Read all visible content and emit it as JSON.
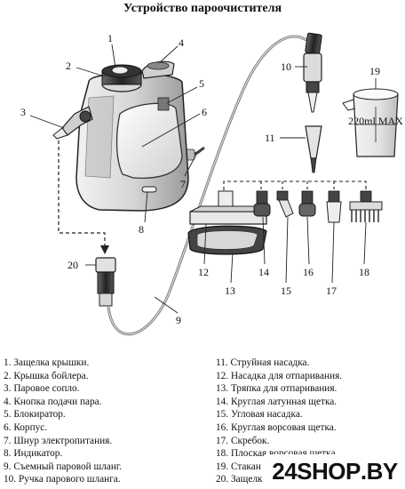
{
  "title": "Устройство пароочистителя",
  "cup_label": "220ml MAX",
  "numbers": [
    "1",
    "2",
    "3",
    "4",
    "5",
    "6",
    "7",
    "8",
    "9",
    "10",
    "11",
    "12",
    "13",
    "14",
    "15",
    "16",
    "17",
    "18",
    "19",
    "20"
  ],
  "legend_left": [
    {
      "n": "1.",
      "text": "Защелка крышки."
    },
    {
      "n": "2.",
      "text": "Крышка бойлера."
    },
    {
      "n": "3.",
      "text": "Паровое сопло."
    },
    {
      "n": "4.",
      "text": "Кнопка подачи пара."
    },
    {
      "n": "5.",
      "text": "Блокиратор."
    },
    {
      "n": "6.",
      "text": "Корпус."
    },
    {
      "n": "7.",
      "text": "Шнур электропитания."
    },
    {
      "n": "8.",
      "text": "Индикатор."
    },
    {
      "n": "9.",
      "text": "Съемный паровой шланг."
    },
    {
      "n": "10.",
      "text": "Ручка парового шланга."
    }
  ],
  "legend_right": [
    {
      "n": "11.",
      "text": "Струйная насадка."
    },
    {
      "n": "12.",
      "text": "Насадка для отпаривания."
    },
    {
      "n": "13.",
      "text": "Тряпка для отпаривания."
    },
    {
      "n": "14.",
      "text": "Круглая латунная щетка."
    },
    {
      "n": "15.",
      "text": "Угловая насадка."
    },
    {
      "n": "16.",
      "text": "Круглая ворсовая щетка."
    },
    {
      "n": "17.",
      "text": "Скребок."
    },
    {
      "n": "18.",
      "text": "Плоская ворсовая щетка."
    },
    {
      "n": "19.",
      "text": "Стакан"
    },
    {
      "n": "20.",
      "text": "Защелк"
    }
  ],
  "brand": {
    "name": "24SHOP",
    "dot": ".",
    "tld": "BY"
  }
}
